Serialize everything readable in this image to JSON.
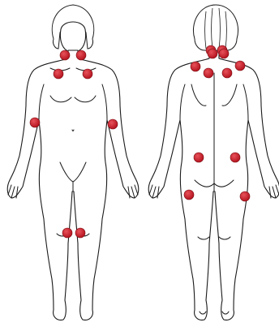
{
  "figures": [
    {
      "id": "front",
      "view": "front"
    },
    {
      "id": "back",
      "view": "back"
    }
  ],
  "marker_color": "#b5141f",
  "marker_highlight": "#e8525a",
  "tender_points": [
    {
      "figure": "front",
      "site": "neck-left"
    },
    {
      "figure": "front",
      "site": "neck-right"
    },
    {
      "figure": "front",
      "site": "chest-left"
    },
    {
      "figure": "front",
      "site": "chest-right"
    },
    {
      "figure": "front",
      "site": "elbow-left"
    },
    {
      "figure": "front",
      "site": "elbow-right"
    },
    {
      "figure": "front",
      "site": "knee-left"
    },
    {
      "figure": "front",
      "site": "knee-right"
    },
    {
      "figure": "back",
      "site": "occiput-left"
    },
    {
      "figure": "back",
      "site": "occiput-right"
    },
    {
      "figure": "back",
      "site": "trapezius-left"
    },
    {
      "figure": "back",
      "site": "trapezius-right"
    },
    {
      "figure": "back",
      "site": "supraspinatus-left"
    },
    {
      "figure": "back",
      "site": "supraspinatus-right"
    },
    {
      "figure": "back",
      "site": "scapula-left"
    },
    {
      "figure": "back",
      "site": "scapula-right"
    },
    {
      "figure": "back",
      "site": "gluteal-left"
    },
    {
      "figure": "back",
      "site": "gluteal-right"
    },
    {
      "figure": "back",
      "site": "hip-left"
    },
    {
      "figure": "back",
      "site": "hip-right"
    }
  ]
}
